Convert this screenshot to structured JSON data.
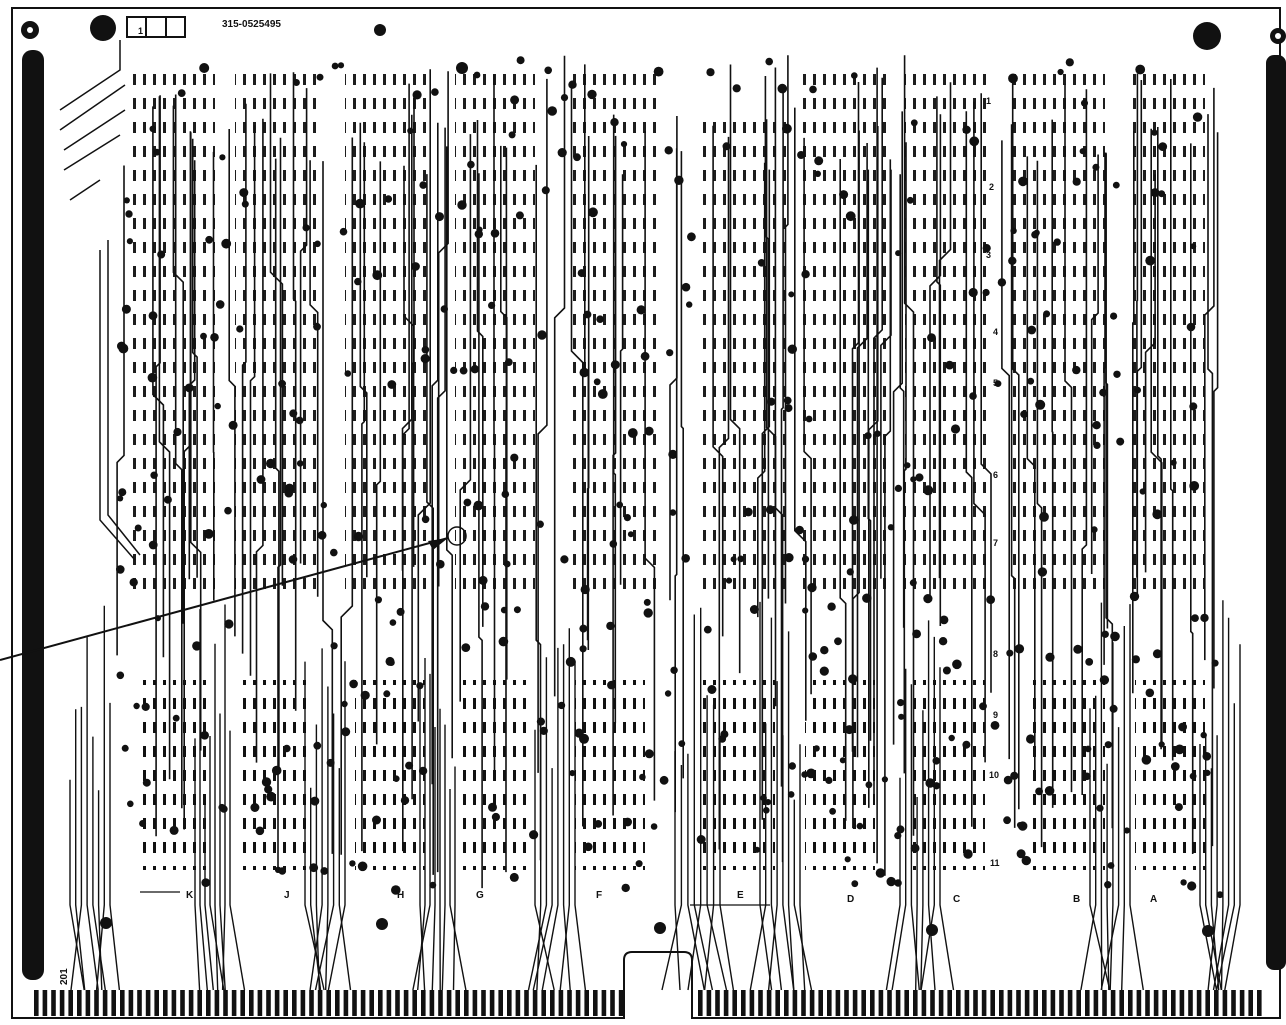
{
  "board": {
    "part_number": "315-0525495",
    "corner_label": "201",
    "id_box_marks": [
      "1",
      "",
      ""
    ],
    "column_labels": [
      "K",
      "J",
      "H",
      "G",
      "F",
      "E",
      "D",
      "C",
      "B",
      "A"
    ],
    "row_labels": [
      "1",
      "2",
      "3",
      "4",
      "5",
      "6",
      "7",
      "8",
      "9",
      "10",
      "11"
    ],
    "colors": {
      "ink": "#111111",
      "paper": "#ffffff"
    }
  }
}
